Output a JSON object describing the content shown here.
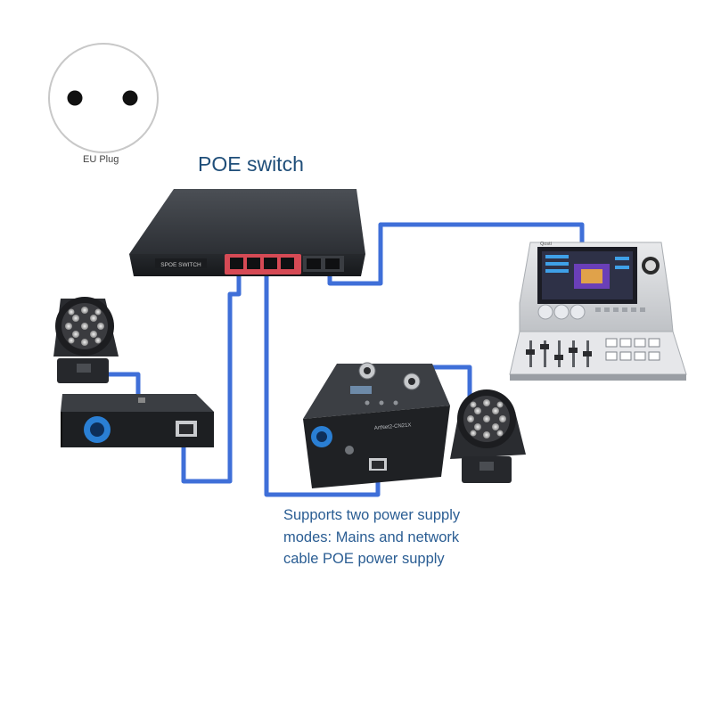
{
  "labels": {
    "plug": "EU Plug",
    "switch_title": "POE switch",
    "switch_badge": "SPOE SWITCH",
    "node_label": "ArtNet2-CN21X",
    "console_brand": "Qosti"
  },
  "caption": {
    "line1": "Supports two power supply",
    "line2": "modes: Mains and network",
    "line3": "cable POE power supply"
  },
  "colors": {
    "cable": "#3f6fd8",
    "switch_ports": "#d64a55",
    "device_body": "#2b2e33",
    "powercon": "#2a7fd4",
    "label_blue": "#1f4e79"
  }
}
